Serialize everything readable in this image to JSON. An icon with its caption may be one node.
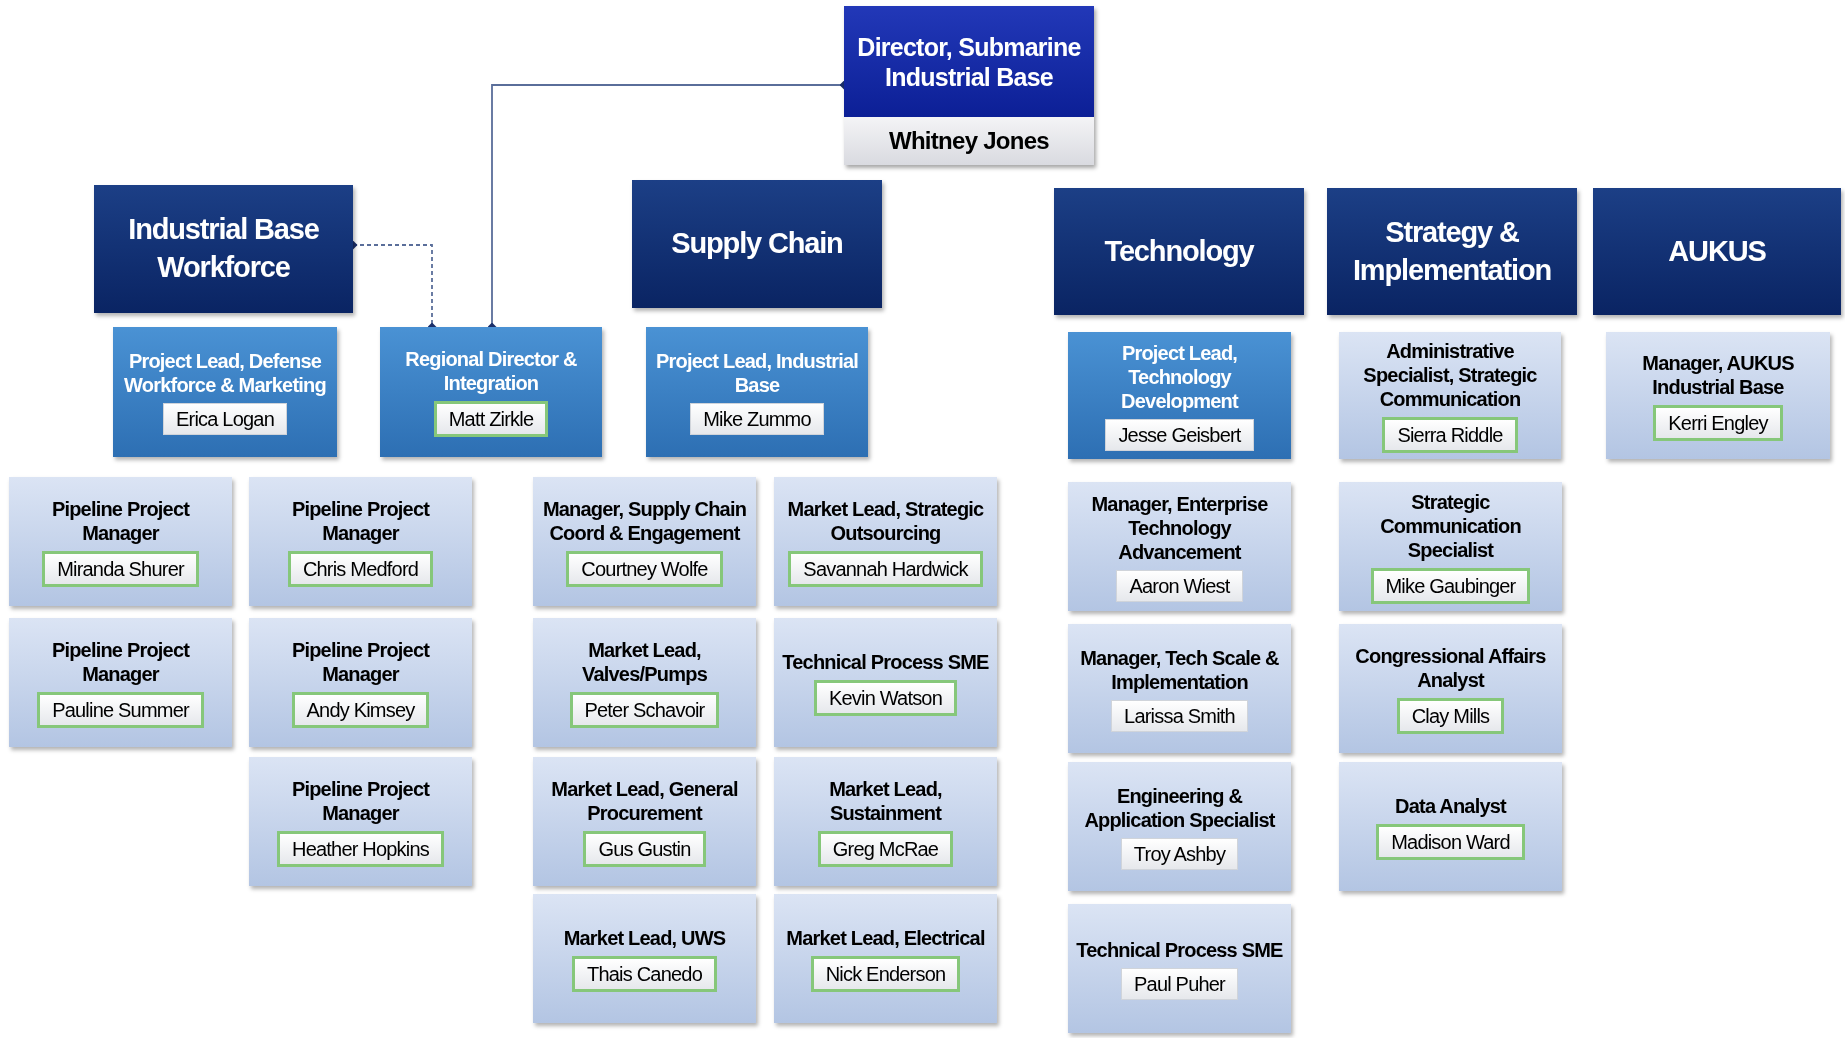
{
  "diagram": {
    "nodes": [
      {
        "text": [
          "Director, Submarine Industrial Base",
          "Whitney Jones"
        ]
      },
      {
        "text": [
          "Industrial Base Workforce"
        ]
      },
      {
        "text": [
          "Supply Chain"
        ]
      },
      {
        "text": [
          "Technology"
        ]
      },
      {
        "text": [
          "Strategy & Implementation"
        ]
      },
      {
        "text": [
          "AUKUS"
        ]
      },
      {
        "text": [
          "Project Lead, Defense Workforce & Marketing",
          "Erica Logan"
        ]
      },
      {
        "text": [
          "Regional Director & Integration",
          "Matt Zirkle"
        ]
      },
      {
        "text": [
          "Project Lead, Industrial Base",
          "Mike Zummo"
        ]
      },
      {
        "text": [
          "Project Lead, Technology Development",
          "Jesse Geisbert"
        ]
      },
      {
        "text": [
          "Administrative Specialist, Strategic Communication",
          "Sierra Riddle"
        ]
      },
      {
        "text": [
          "Manager, AUKUS Industrial Base",
          "Kerri Engley"
        ]
      },
      {
        "text": [
          "Pipeline Project Manager",
          "Miranda Shurer"
        ]
      },
      {
        "text": [
          "Pipeline Project Manager",
          "Chris Medford"
        ]
      },
      {
        "text": [
          "Manager, Supply Chain Coord & Engagement",
          "Courtney Wolfe"
        ]
      },
      {
        "text": [
          "Market Lead, Strategic Outsourcing",
          "Savannah Hardwick"
        ]
      },
      {
        "text": [
          "Manager, Enterprise Technology Advancement",
          "Aaron Wiest"
        ]
      },
      {
        "text": [
          "Strategic Communication Specialist",
          "Mike Gaubinger"
        ]
      },
      {
        "text": [
          "Pipeline Project Manager",
          "Pauline Summer"
        ]
      },
      {
        "text": [
          "Pipeline Project Manager",
          "Andy Kimsey"
        ]
      },
      {
        "text": [
          "Market Lead, Valves/Pumps",
          "Peter Schavoir"
        ]
      },
      {
        "text": [
          "Technical Process SME",
          "Kevin Watson"
        ]
      },
      {
        "text": [
          "Manager, Tech Scale & Implementation",
          "Larissa Smith"
        ]
      },
      {
        "text": [
          "Congressional Affairs Analyst",
          "Clay Mills"
        ]
      },
      {
        "text": [
          "Pipeline Project Manager",
          "Heather Hopkins"
        ]
      },
      {
        "text": [
          "Market Lead, General Procurement",
          "Gus Gustin"
        ]
      },
      {
        "text": [
          "Market Lead, Sustainment",
          "Greg McRae"
        ]
      },
      {
        "text": [
          "Engineering & Application Specialist",
          "Troy Ashby"
        ]
      },
      {
        "text": [
          "Data Analyst",
          "Madison Ward"
        ]
      },
      {
        "text": [
          "Market Lead, UWS",
          "Thais Canedo"
        ]
      },
      {
        "text": [
          "Market Lead, Electrical",
          "Nick Enderson"
        ]
      },
      {
        "text": [
          "Technical Process SME",
          "Paul Puher"
        ]
      }
    ],
    "edges": [
      {
        "from": 0,
        "to": 7,
        "arrow": "other"
      },
      {
        "from": 1,
        "to": 7,
        "arrow": "other",
        "style": "dashed"
      }
    ]
  }
}
